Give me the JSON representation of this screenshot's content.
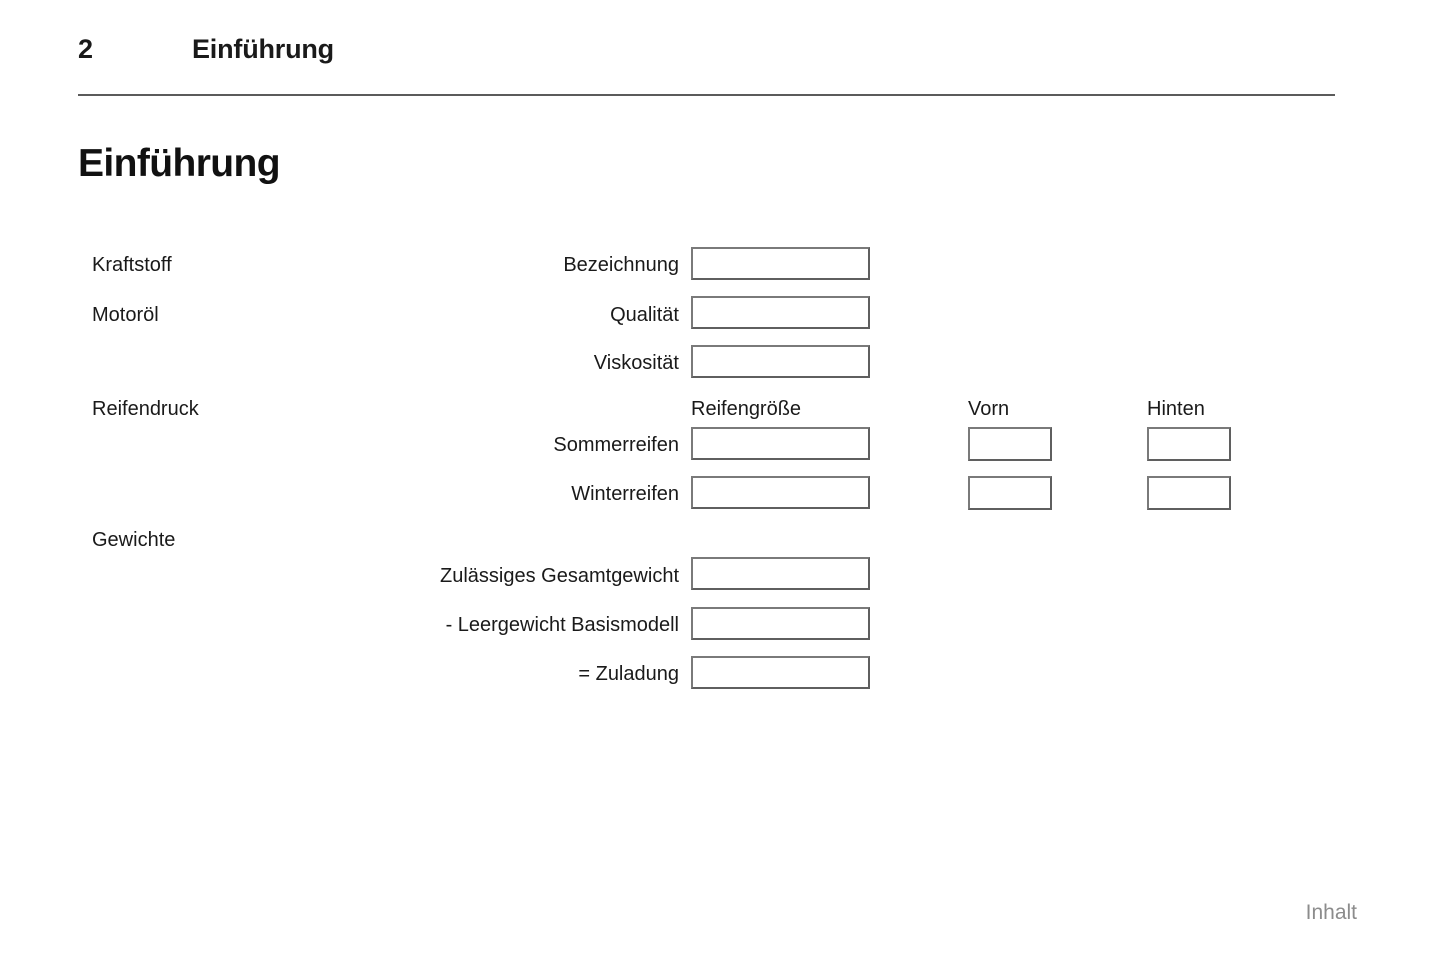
{
  "header": {
    "page_number": "2",
    "title": "Einführung"
  },
  "chapter": {
    "title": "Einführung"
  },
  "form": {
    "sections": [
      {
        "label": "Kraftstoff"
      },
      {
        "label": "Motoröl"
      },
      {
        "label": "Reifendruck"
      },
      {
        "label": "Gewichte"
      }
    ],
    "fields": {
      "bezeichnung": "Bezeichnung",
      "qualitaet": "Qualität",
      "viskositaet": "Viskosität",
      "sommerreifen": "Sommerreifen",
      "winterreifen": "Winterreifen",
      "zulaessiges_gesamtgewicht": "Zulässiges Gesamtgewicht",
      "leergewicht_basismodell": "- Leergewicht Basismodell",
      "zuladung": "= Zuladung"
    },
    "column_headers": {
      "reifengroesse": "Reifengröße",
      "vorn": "Vorn",
      "hinten": "Hinten"
    },
    "values": {
      "bezeichnung": "",
      "qualitaet": "",
      "viskositaet": "",
      "sommerreifen_groesse": "",
      "sommerreifen_vorn": "",
      "sommerreifen_hinten": "",
      "winterreifen_groesse": "",
      "winterreifen_vorn": "",
      "winterreifen_hinten": "",
      "zulaessiges_gesamtgewicht": "",
      "leergewicht_basismodell": "",
      "zuladung": ""
    }
  },
  "footer": {
    "link_label": "Inhalt"
  },
  "colors": {
    "text": "#1a1a1a",
    "rule": "#5b5b5b",
    "box_border": "#6e6e6e",
    "footer_text": "#8c8c8c",
    "background": "#ffffff"
  }
}
